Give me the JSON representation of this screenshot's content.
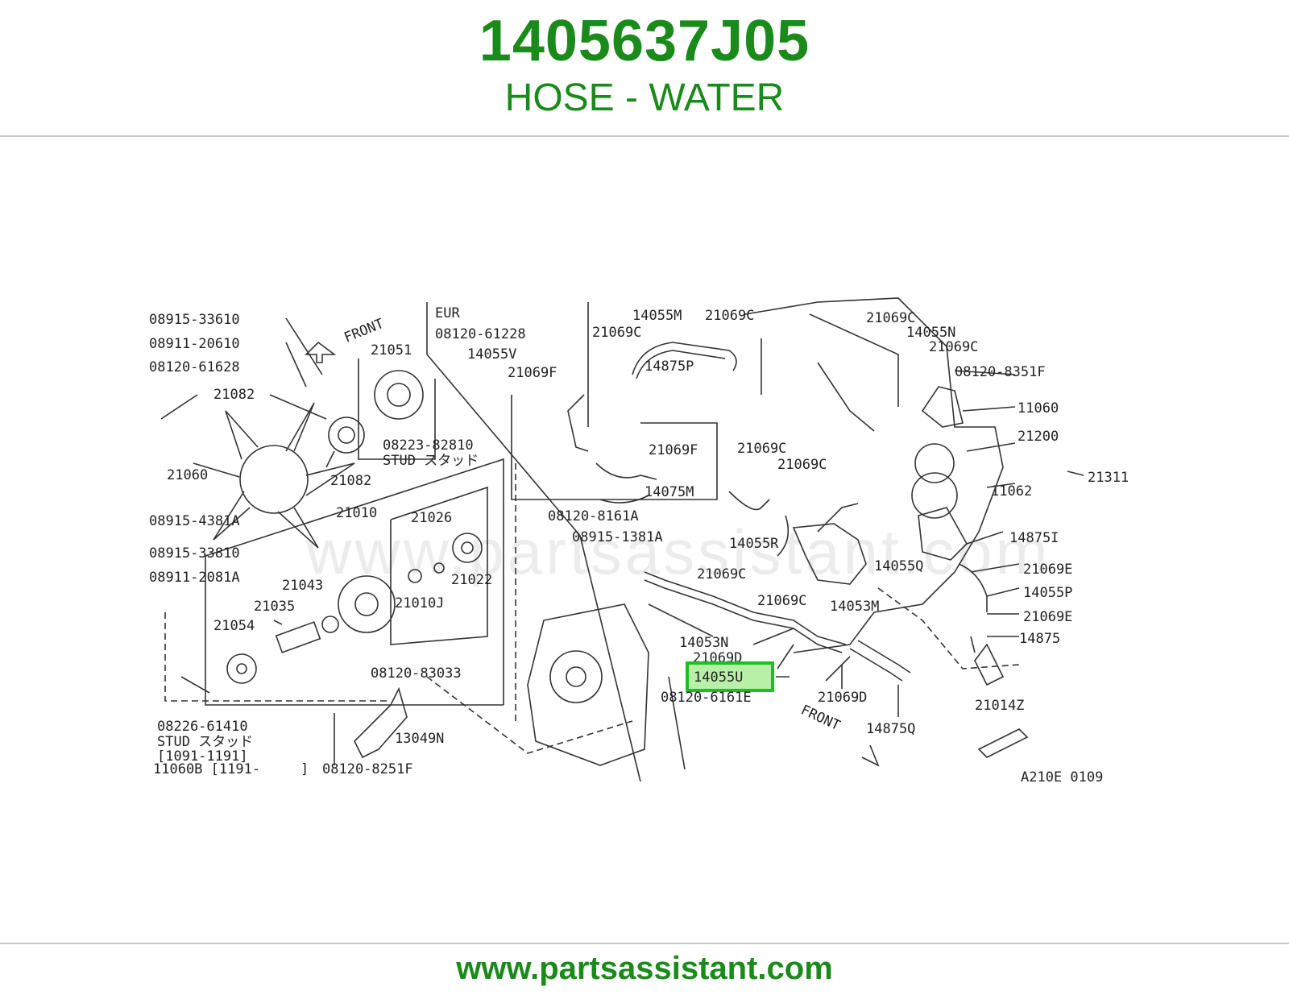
{
  "header": {
    "part_number": "1405637J05",
    "description": "HOSE - WATER"
  },
  "footer": {
    "url": "www.partsassistant.com"
  },
  "watermark": "www.partsassistant.com",
  "colors": {
    "brand_green": "#1a8a1a",
    "highlight_fill": "#b9f0a8",
    "highlight_stroke": "#1fbf1f"
  },
  "diagram": {
    "highlighted_label": "14055U",
    "labels": {
      "w_0891533610": "08915-33610",
      "n_0891120610": "08911-20610",
      "b_0812061628": "08120-61628",
      "front_top": "FRONT",
      "p21051": "21051",
      "p21082a": "21082",
      "p21060": "21060",
      "p21082b": "21082",
      "p0822382810": "08223-82810",
      "stud_a": "STUD スタッド",
      "w_089154381a": "08915-4381A",
      "w_0891533810": "08915-33810",
      "n_089112081a": "08911-2081A",
      "p21010": "21010",
      "p21026": "21026",
      "p21022": "21022",
      "p21043": "21043",
      "p21035": "21035",
      "p21010j": "21010J",
      "p21054": "21054",
      "b_0812083033": "08120-83033",
      "p0822661410": "08226-61410",
      "stud_b": "STUD スタッド",
      "range1": "[1091-1191]",
      "range2": "11060B [1191-",
      "range2_end": "]",
      "p13049n": "13049N",
      "b_081208251f": "08120-8251F",
      "eur": "EUR",
      "b_0812061228": "08120-61228",
      "p14055v": "14055V",
      "p21069f_a": "21069F",
      "p21069f_b": "21069F",
      "p14075m": "14075M",
      "p14055m": "14055M",
      "p21069c_a": "21069C",
      "p21069c_b": "21069C",
      "p14875p": "14875P",
      "p21069c_c": "21069C",
      "p14055n": "14055N",
      "p21069c_d": "21069C",
      "b_081208351f": "08120-8351F",
      "p11060": "11060",
      "p21200": "21200",
      "p21311": "21311",
      "p21069c_e": "21069C",
      "p21069c_f": "21069C",
      "p11062": "11062",
      "b_081208161a": "08120-8161A",
      "w_089151381a": "08915-1381A",
      "p14055r": "14055R",
      "p21069c_g": "21069C",
      "p21069c_h": "21069C",
      "p14875i": "14875I",
      "p14055q": "14055Q",
      "p21069e_a": "21069E",
      "p14055p": "14055P",
      "p21069e_b": "21069E",
      "p14053m": "14053M",
      "p14875": "14875",
      "p14053n": "14053N",
      "p21069d_a": "21069D",
      "b_081206161e": "08120-6161E",
      "p21069d_b": "21069D",
      "p14875q": "14875Q",
      "p21014z": "21014Z",
      "front_bottom": "FRONT",
      "code": "A210E 0109"
    }
  }
}
